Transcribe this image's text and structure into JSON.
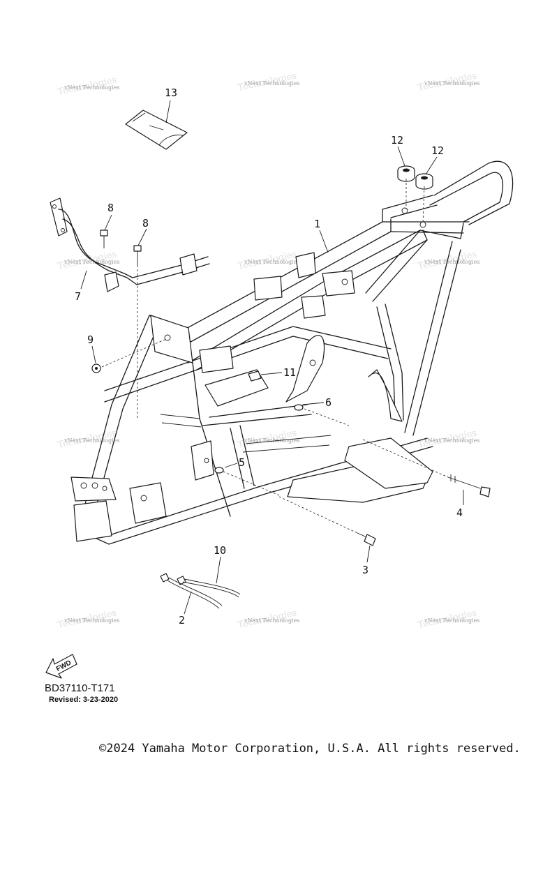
{
  "diagram": {
    "watermark_text": "vNext Technologies",
    "callouts": [
      "1",
      "2",
      "3",
      "4",
      "5",
      "6",
      "7",
      "8",
      "8",
      "9",
      "10",
      "11",
      "12",
      "12",
      "13"
    ],
    "fwd_label": "FWD",
    "code": "BD37110-T171",
    "revised": "Revised: 3-23-2020"
  },
  "footer": {
    "copyright": "©2024 Yamaha Motor Corporation, U.S.A. All rights reserved."
  }
}
